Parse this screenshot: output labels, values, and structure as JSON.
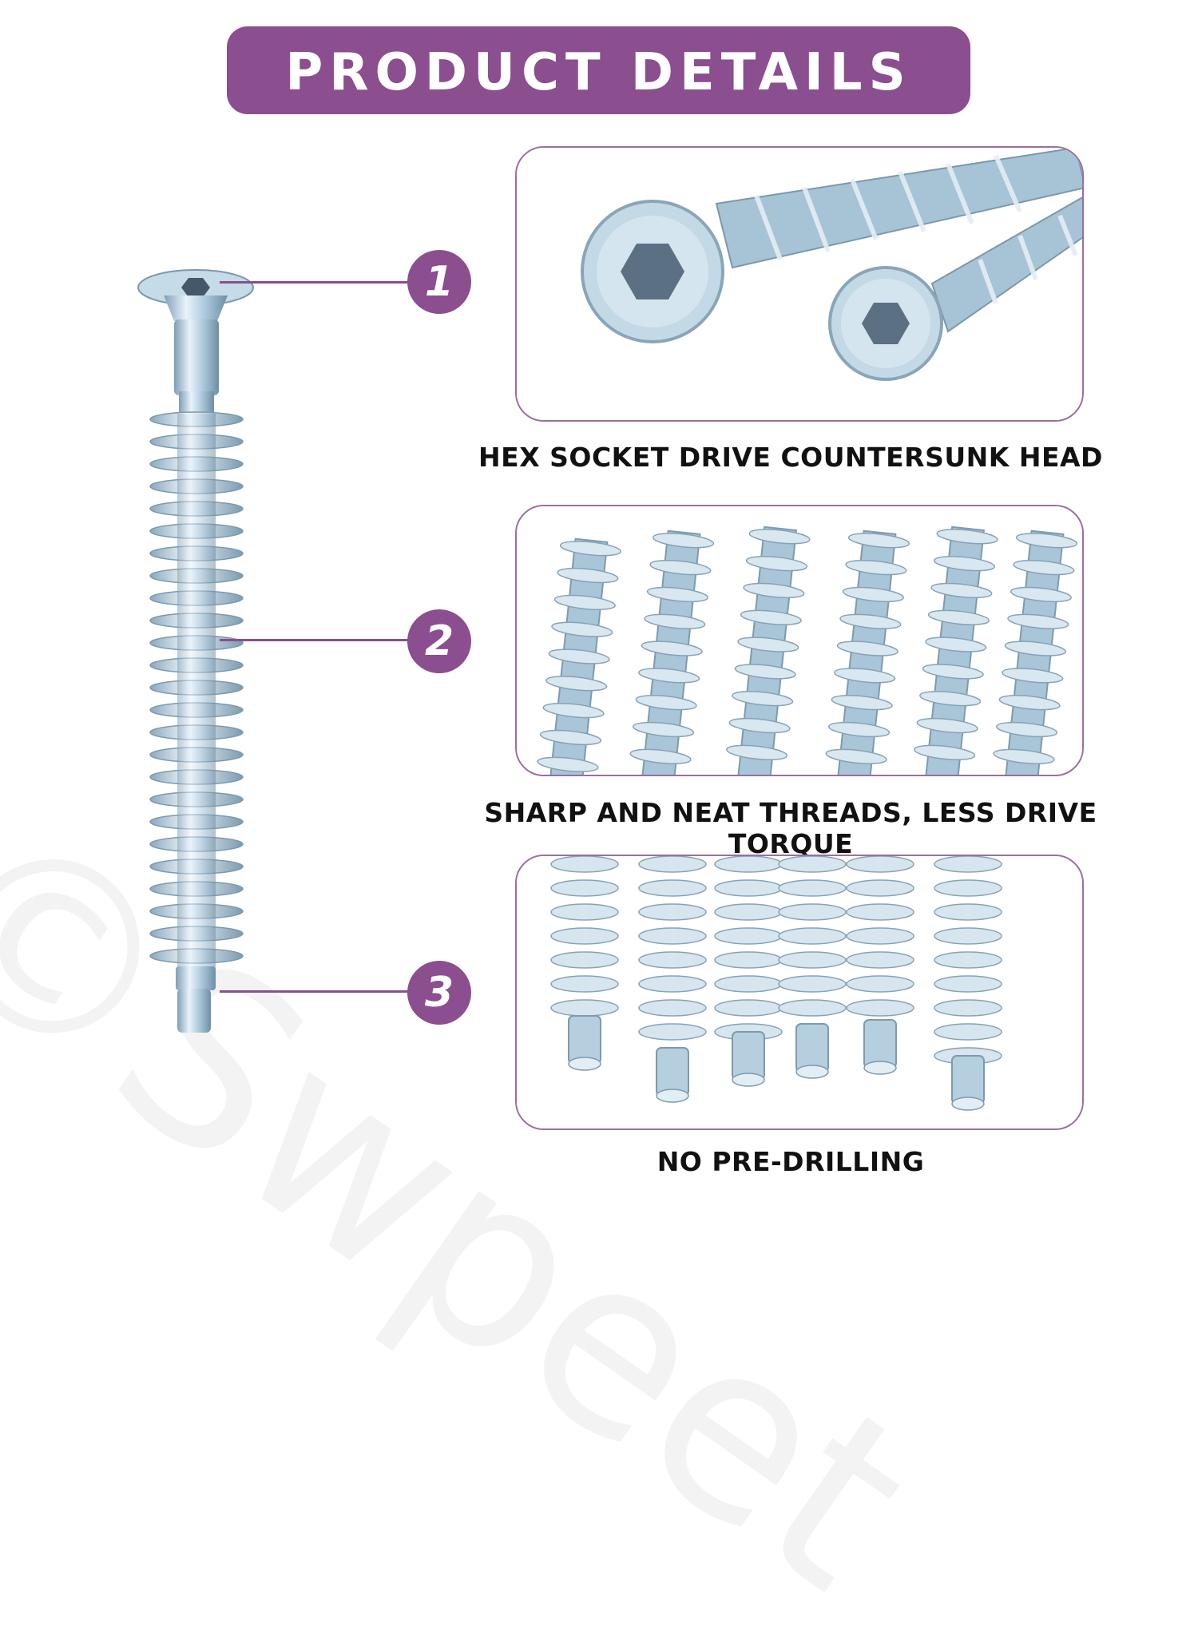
{
  "header": {
    "title": "PRODUCT DETAILS"
  },
  "callouts": [
    {
      "number": "1",
      "caption": "HEX SOCKET DRIVE COUNTERSUNK HEAD"
    },
    {
      "number": "2",
      "caption": "SHARP AND NEAT THREADS, LESS DRIVE TORQUE"
    },
    {
      "number": "3",
      "caption": "NO PRE-DRILLING"
    }
  ],
  "watermark": {
    "text": "©Swpeet"
  },
  "colors": {
    "accent": "#8b4e8f",
    "panel_border": "#9b6ea0",
    "metal": "#b9d3e3"
  }
}
